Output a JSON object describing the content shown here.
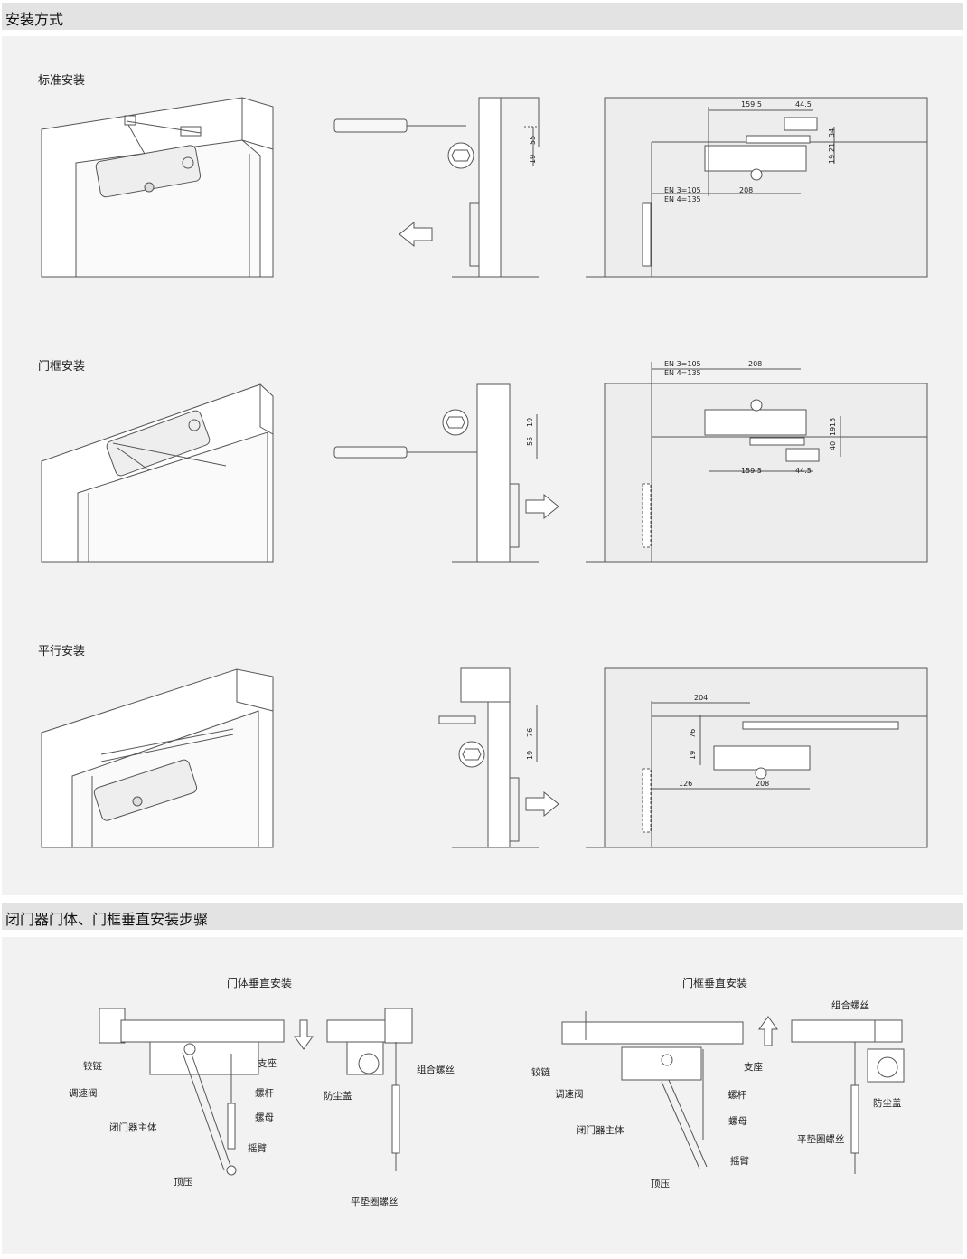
{
  "section1": {
    "title": "安装方式",
    "rows": [
      {
        "label": "标准安装"
      },
      {
        "label": "门框安装"
      },
      {
        "label": "平行安装"
      }
    ]
  },
  "section2": {
    "title": "闭门器门体、门框垂直安装步骤",
    "left_title": "门体垂直安装",
    "right_title": "门框垂直安装",
    "labels": {
      "hinge": "铰链",
      "valve": "调速阀",
      "body": "闭门器主体",
      "top": "顶压",
      "base": "支座",
      "rod": "螺杆",
      "nut": "螺母",
      "arm": "摇臂",
      "dust": "防尘盖",
      "combo_screw": "组合螺丝",
      "washer_screw": "平垫圈螺丝"
    }
  },
  "dims": {
    "row1": {
      "d55": "55",
      "d19": "19",
      "d159": "159.5",
      "d44": "44.5",
      "d34": "34",
      "d21": "21",
      "d19b": "19",
      "d208": "208",
      "en3": "EN 3=105",
      "en4": "EN 4=135"
    },
    "row2": {
      "d19": "19",
      "d55": "55",
      "en3": "EN 3=105",
      "en4": "EN 4=135",
      "d208": "208",
      "d15": "15",
      "d19b": "19",
      "d40": "40",
      "d159": "159.5",
      "d44": "44.5"
    },
    "row3": {
      "d76": "76",
      "d19": "19",
      "d204": "204",
      "d76b": "76",
      "d19b": "19",
      "d126": "126",
      "d208": "208"
    }
  }
}
